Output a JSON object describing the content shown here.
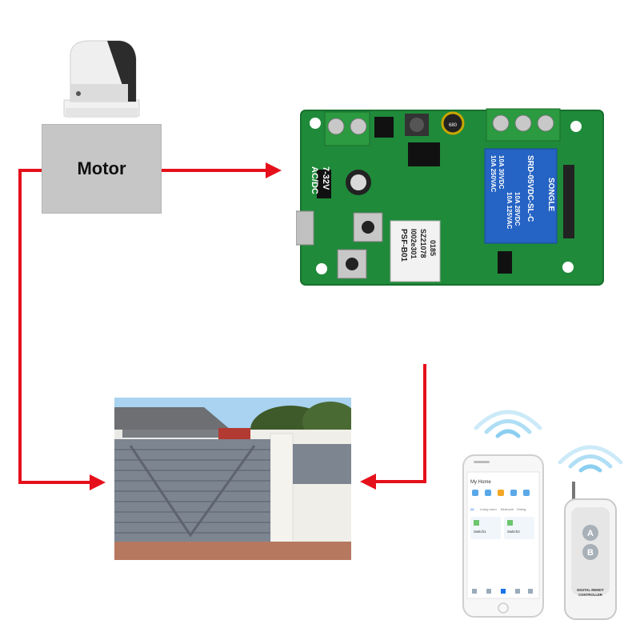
{
  "motor": {
    "label": "Motor"
  },
  "relay_board": {
    "input_label": "AC/DC",
    "voltage_label": "7-32V",
    "capacitor_code": "680",
    "module_label_1": "PSF-B01",
    "module_label_2": "I002e301",
    "module_label_3": "SZ21078",
    "module_label_4": "0185",
    "relay_brand": "SONGLE",
    "relay_rating_1": "10A 250VAC",
    "relay_rating_2": "10A 30VDC",
    "relay_rating_3": "10A 125VAC",
    "relay_rating_4": "10A 28VDC",
    "relay_model": "SRD-05VDC-SL-C"
  },
  "phone_app": {
    "header": "My Home",
    "tabs": [
      "All",
      "Living room",
      "Bedroom",
      "Dining"
    ],
    "devices": [
      "Switch1",
      "Switch2"
    ]
  },
  "remote": {
    "buttons": [
      "A",
      "B"
    ],
    "brand_line1": "DIGITAL REMOT",
    "brand_line2": "CONTROLLER"
  },
  "colors": {
    "arrow": "#e5101b",
    "pcb": "#1f8a3a",
    "motor_box": "#c6c6c6",
    "gate": "#7d8591",
    "wifi": "#6ec3ec"
  }
}
